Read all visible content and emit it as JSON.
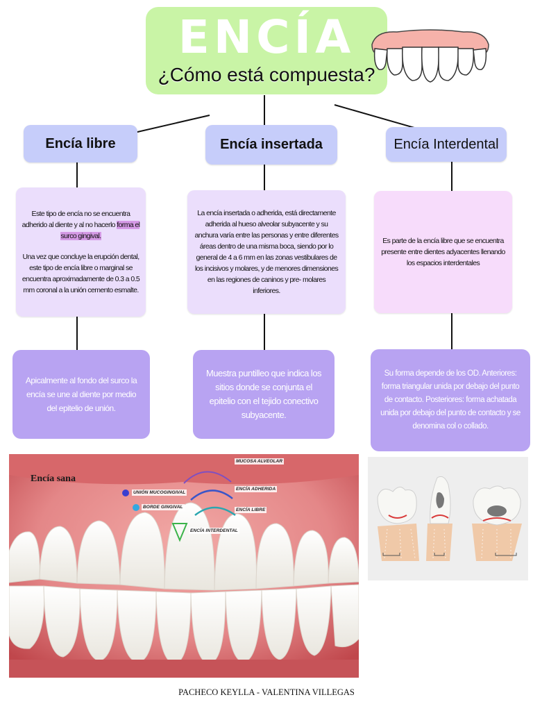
{
  "header": {
    "title": "ENCÍA",
    "subtitle": "¿Cómo está compuesta?"
  },
  "columns": [
    {
      "heading": "Encía libre",
      "description": [
        [
          "Este tipo de encía no se encuentra adherido al diente y al no hacerlo ",
          "forma el surco gingival."
        ],
        [
          "Una vez que concluye la erupción dental, este tipo de encía libre o marginal se encuentra aproximadamente de 0.3 a 0.5 mm coronal a la unión cemento esmalte."
        ]
      ],
      "note": "Apicalmente al fondo del surco la encía se une al diente por medio del epitelio de unión."
    },
    {
      "heading": "Encía insertada",
      "description": [
        [
          "La encía insertada o adherida, está directamente adherida al hueso alveolar subyacente y su anchura varía entre las personas y entre diferentes áreas dentro de una misma boca, siendo por lo general de 4 a 6 mm en las zonas vestibulares de los incisivos y molares, y de menores dimensiones en las regiones de caninos y pre- molares inferiores."
        ]
      ],
      "note": "Muestra puntilleo que indica los sitios donde se conjunta el epitelio con el tejido conectivo subyacente."
    },
    {
      "heading": "Encía Interdental",
      "description": [
        [
          "Es parte de la encía libre que se encuentra presente entre dientes adyacentes llenando los espacios interdentales"
        ]
      ],
      "note": "Su forma depende de los OD. Anteriores: forma triangular unida por debajo del punto de contacto. Posteriores: forma achatada unida por debajo del punto de contacto y se denomina col o collado."
    }
  ],
  "photo": {
    "label": "Encía sana",
    "annotations": {
      "mucosa": "MUCOSA ALVEOLAR",
      "adherida": "ENCÍA ADHERIDA",
      "libre": "ENCÍA LIBRE",
      "interdental": "ENCÍA INTERDENTAL",
      "union": "UNIÓN MUCOGINGIVAL",
      "borde": "BORDE GINGIVAL"
    }
  },
  "footer": "PACHECO KEYLLA - VALENTINA VILLEGAS",
  "colors": {
    "title_bg": "#c9f4a6",
    "heading_bg": "#c6cdfa",
    "description_bg": "#ebdefc",
    "note_bg": "#b8a3f2",
    "highlight": "#d59ae6"
  }
}
